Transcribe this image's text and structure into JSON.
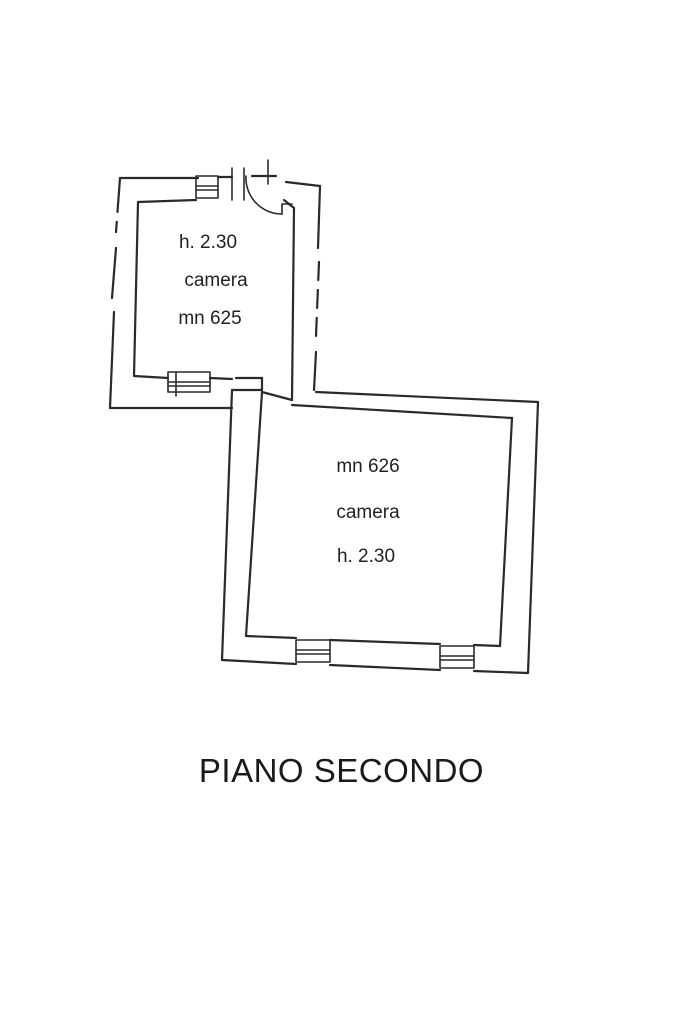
{
  "rooms": [
    {
      "id": "mn-625",
      "height": "h. 2.30",
      "type": "camera",
      "parcel": "mn 625"
    },
    {
      "id": "mn-626",
      "parcel": "mn 626",
      "type": "camera",
      "height": "h. 2.30"
    }
  ],
  "floor_label": "PIANO SECONDO",
  "colors": {
    "line": "#2a2a2a",
    "background": "#ffffff"
  }
}
